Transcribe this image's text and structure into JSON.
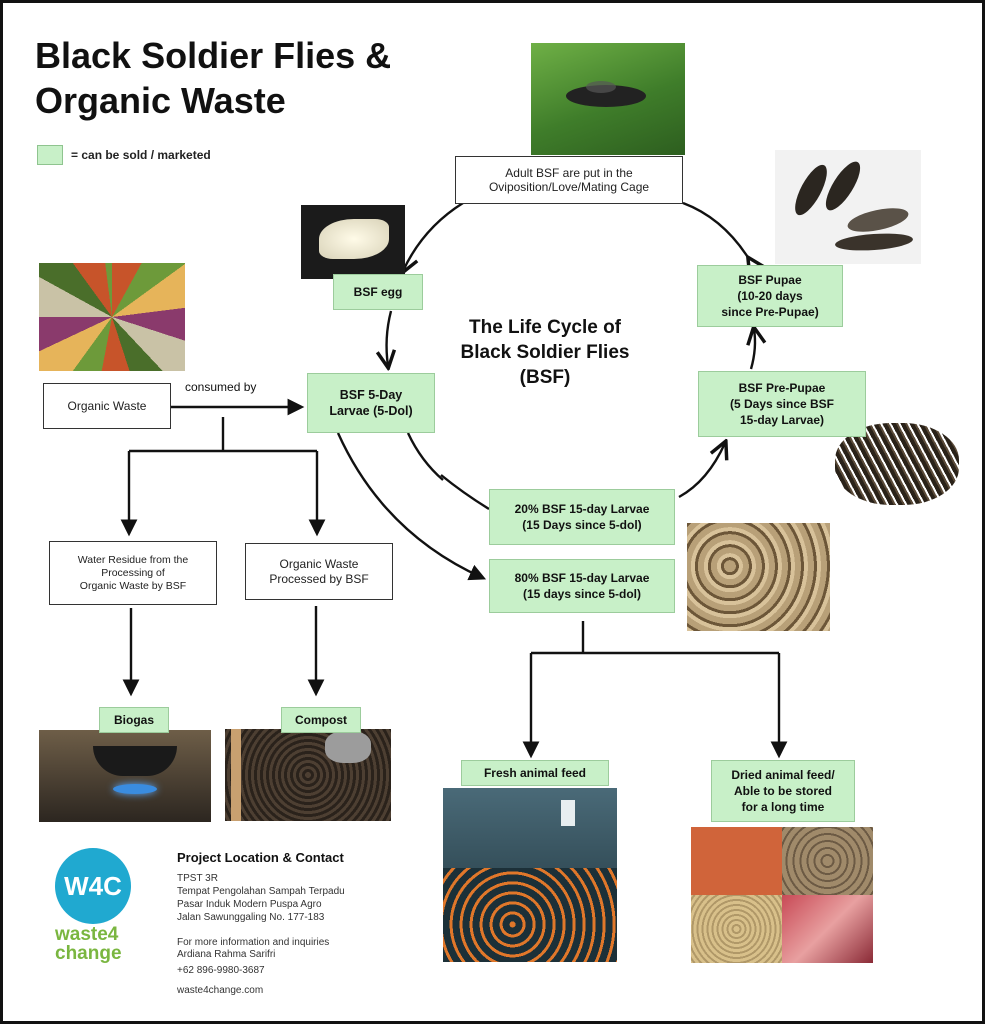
{
  "header": {
    "title_line1": "Black Soldier Flies &",
    "title_line2": "Organic Waste",
    "legend_label": "= can be sold / marketed"
  },
  "cycle": {
    "title_l1": "The Life Cycle of",
    "title_l2": "Black Soldier Flies",
    "title_l3": "(BSF)",
    "adult_l1": "Adult BSF are put in the",
    "adult_l2": "Oviposition/Love/Mating Cage",
    "egg": "BSF egg",
    "larvae5_l1": "BSF 5-Day",
    "larvae5_l2": "Larvae (5-Dol)",
    "larvae20_l1": "20% BSF 15-day Larvae",
    "larvae20_l2": "(15 Days since 5-dol)",
    "prepupae_l1": "BSF Pre-Pupae",
    "prepupae_l2": "(5 Days since BSF",
    "prepupae_l3": "15-day Larvae)",
    "pupae_l1": "BSF Pupae",
    "pupae_l2": "(10-20 days",
    "pupae_l3": "since Pre-Pupae)"
  },
  "waste": {
    "organic": "Organic Waste",
    "consumed_by": "consumed by",
    "residue_l1": "Water Residue from the",
    "residue_l2": "Processing of",
    "residue_l3": "Organic Waste by BSF",
    "processed_l1": "Organic Waste",
    "processed_l2": "Processed by BSF",
    "biogas": "Biogas",
    "compost": "Compost"
  },
  "larvae80": {
    "l1": "80% BSF 15-day Larvae",
    "l2": "(15 days since 5-dol)",
    "fresh": "Fresh animal feed",
    "dried_l1": "Dried animal feed/",
    "dried_l2": "Able to be stored",
    "dried_l3": "for a long time"
  },
  "contact": {
    "heading": "Project Location & Contact",
    "l1": "TPST 3R",
    "l2": "Tempat Pengolahan Sampah Terpadu",
    "l3": "Pasar Induk Modern Puspa Agro",
    "l4": "Jalan Sawunggaling No. 177-183",
    "l5": "For more information and inquiries",
    "l6": "Ardiana Rahma Sarifri",
    "l7": "+62 896-9980-3687",
    "l8": "waste4change.com"
  },
  "logo": {
    "mark": "W4C",
    "line1": "waste4",
    "line2": "change"
  },
  "colors": {
    "marketable": "#c8f0c8",
    "logo_blue": "#20a9d0",
    "logo_green": "#7ab640"
  }
}
